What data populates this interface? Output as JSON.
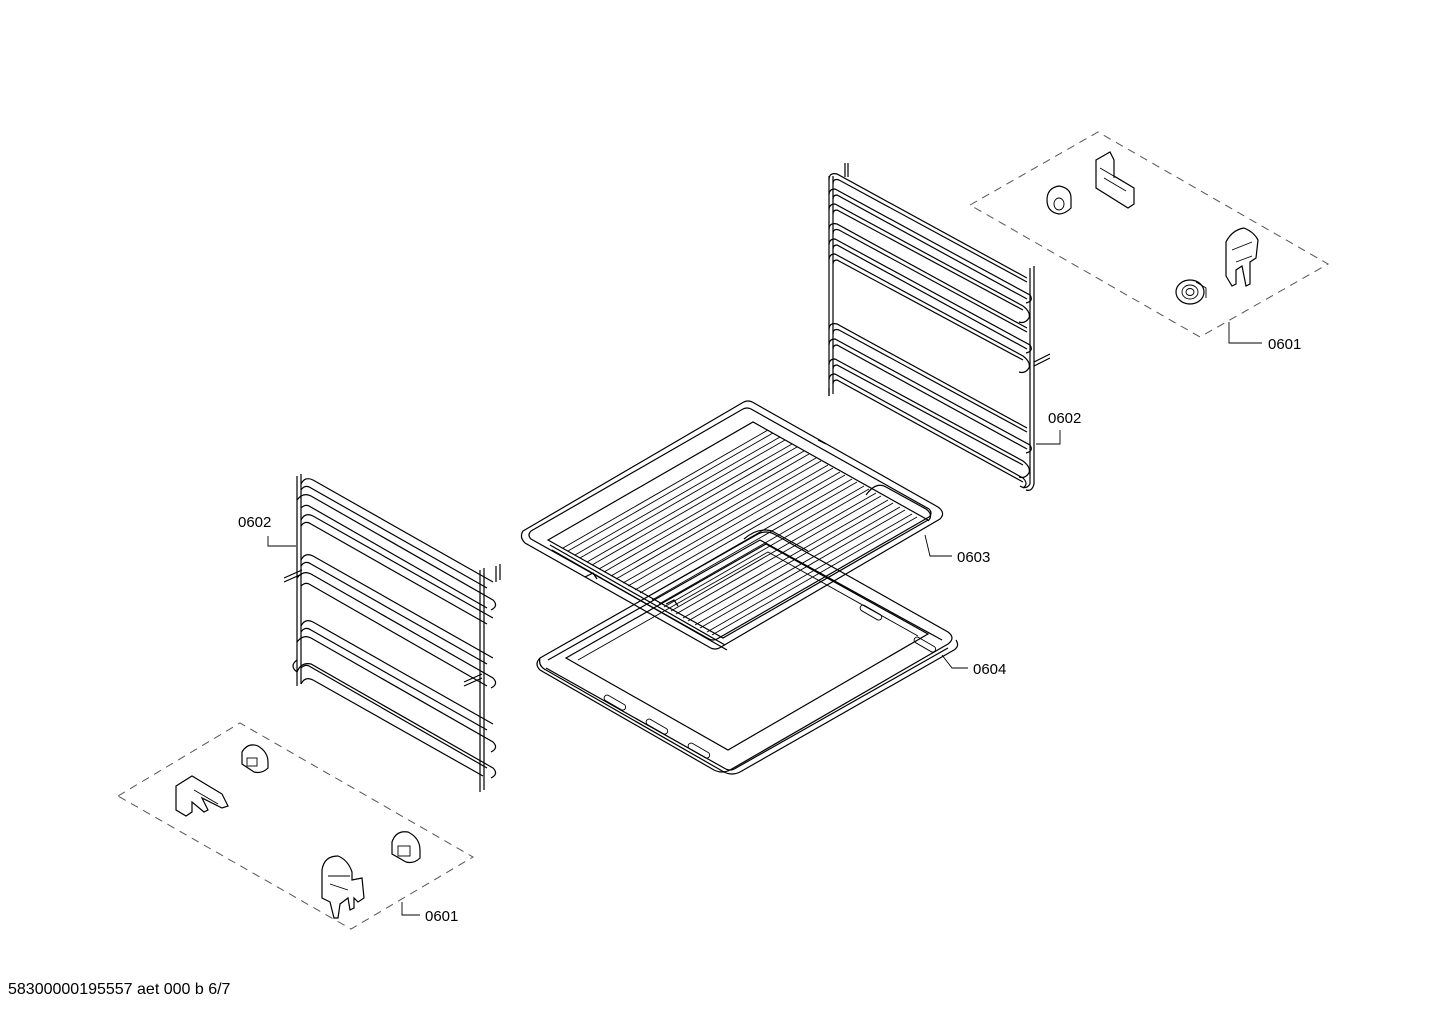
{
  "callouts": {
    "c1": "0601",
    "c2": "0602",
    "c3": "0603",
    "c4": "0604",
    "c5": "0602",
    "c6": "0601"
  },
  "footer": "58300000195557 aet 000 b 6/7"
}
